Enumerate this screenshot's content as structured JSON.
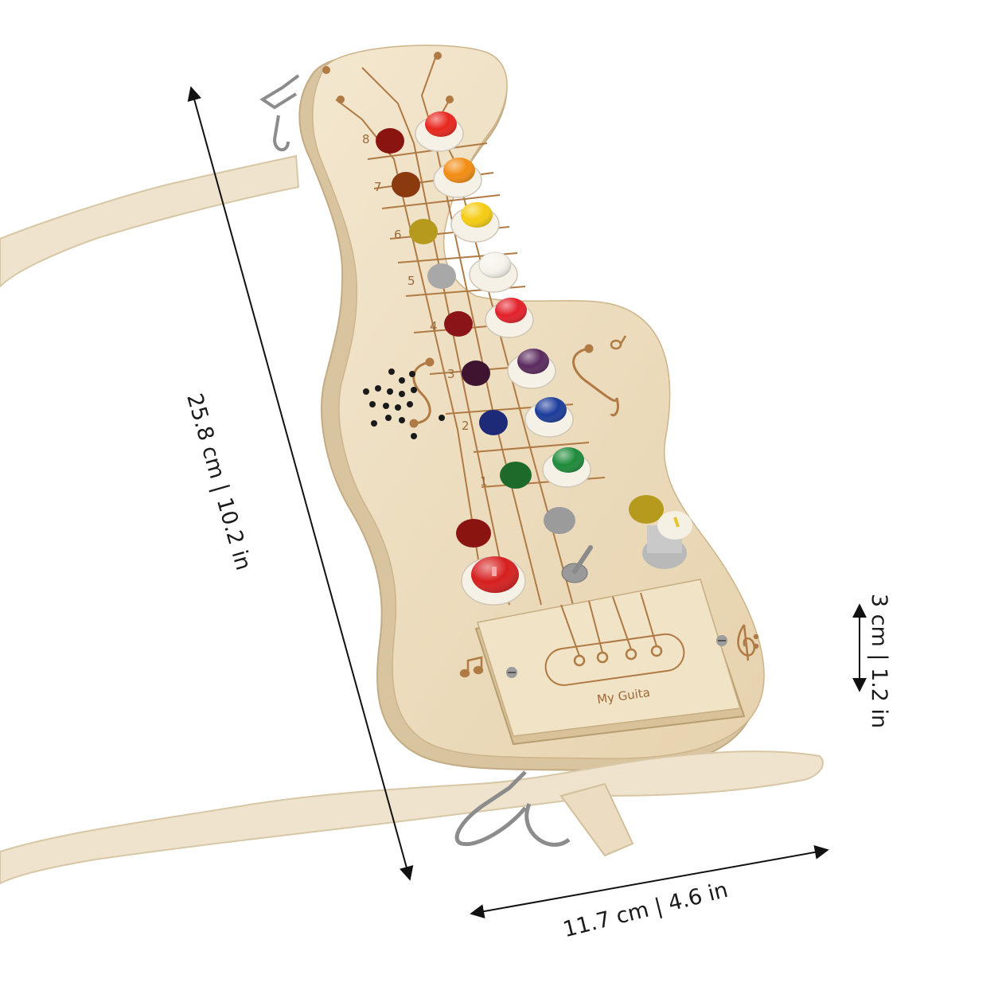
{
  "dimensions": {
    "height": "25.8 cm | 10.2 in",
    "depth": "3 cm | 1.2 in",
    "width": "11.7 cm | 4.6 in"
  },
  "engraving": {
    "brand": "My Guita",
    "fret_numbers": [
      "1",
      "2",
      "3",
      "4",
      "5",
      "6",
      "7",
      "8"
    ]
  },
  "colors": {
    "wood": "#ecdcbf",
    "wood_edge": "#d9c4a0",
    "strap": "#efe3cd",
    "engraving": "#b07a44",
    "buttons": [
      "#e8261e",
      "#f28c12",
      "#f5cc12",
      "#f6f3ec",
      "#e3202a",
      "#5a2a5e",
      "#1b3c9a",
      "#1e8a3a"
    ],
    "leds": [
      "#8a1410",
      "#8b3a10",
      "#b59a1e",
      "#a8a8a8",
      "#8a1418",
      "#3e1430",
      "#1d2a78",
      "#1e6a2a",
      "#9b9b9b"
    ]
  },
  "icons": [
    "arrow-icon",
    "music-note-icon",
    "treble-clef-icon",
    "screw-icon",
    "speaker-grille-icon",
    "clip-hook-icon"
  ]
}
